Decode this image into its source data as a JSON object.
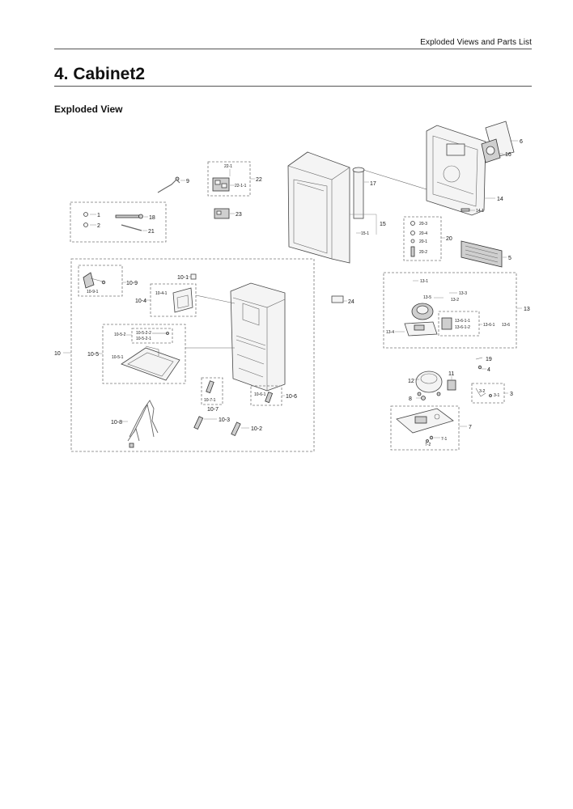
{
  "header": {
    "section": "Exploded Views and Parts List"
  },
  "title": "4.  Cabinet2",
  "subtitle": "Exploded View",
  "callouts": {
    "c1": "1",
    "c2": "2",
    "c3": "3",
    "c3_1": "3-1",
    "c3_2": "3-2",
    "c4": "4",
    "c5": "5",
    "c6": "6",
    "c7": "7",
    "c7_1": "7-1",
    "c7_2": "7-2",
    "c8": "8",
    "c9": "9",
    "c10": "10",
    "c10_1": "10-1",
    "c10_2": "10-2",
    "c10_3": "10-3",
    "c10_4": "10-4",
    "c10_4_1": "10-4-1",
    "c10_5": "10-5",
    "c10_5_1": "10-5-1",
    "c10_5_2": "10-5-2",
    "c10_5_2_2": "10-5-2-2",
    "c10_5_2_1": "10-5-2-1",
    "c10_6": "10-6",
    "c10_6_1": "10-6-1",
    "c10_7": "10-7",
    "c10_7_1": "10-7-1",
    "c10_8": "10-8",
    "c10_9": "10-9",
    "c10_9_1": "10-9-1",
    "c11": "11",
    "c12": "12",
    "c13": "13",
    "c13_1": "13-1",
    "c13_2": "13-2",
    "c13_3": "13-3",
    "c13_4": "13-4",
    "c13_5": "13-5",
    "c13_6": "13-6",
    "c13_6_1": "13-6-1",
    "c13_6_1_1": "13-6-1-1",
    "c13_6_1_2": "13-6-1-2",
    "c14": "14",
    "c14_1": "14-1",
    "c15": "15",
    "c15_1": "15-1",
    "c16": "16",
    "c17": "17",
    "c18": "18",
    "c19": "19",
    "c20": "20",
    "c20_1": "20-1",
    "c20_2": "20-2",
    "c20_3": "20-3",
    "c20_4": "20-4",
    "c21": "21",
    "c22": "22",
    "c22_1": "22-1",
    "c22_1_1": "22-1-1",
    "c23": "23",
    "c24": "24"
  }
}
